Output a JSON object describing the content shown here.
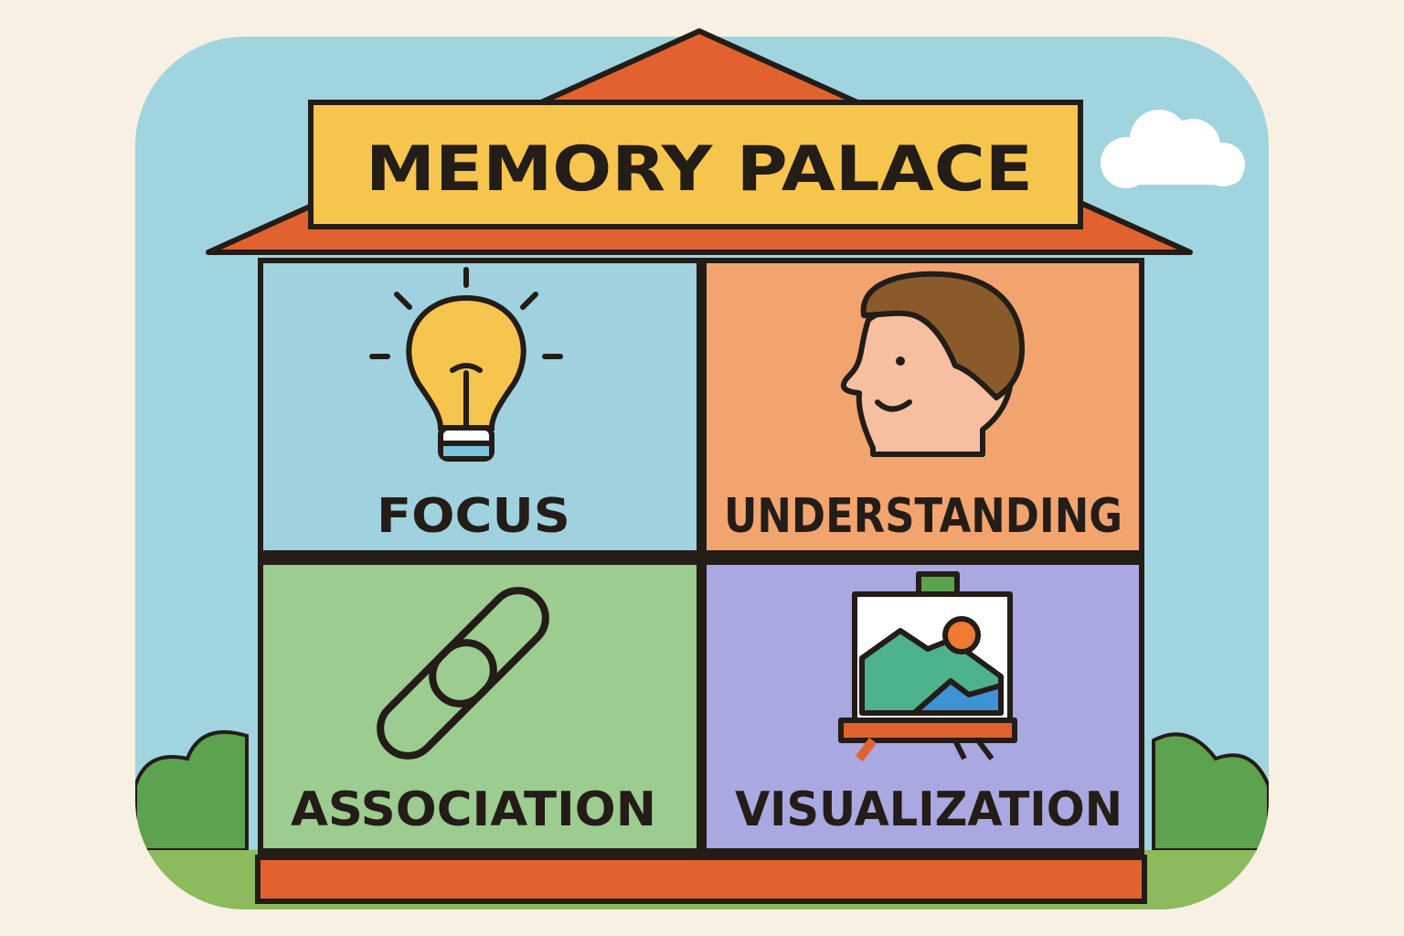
{
  "title": "MEMORY PALACE",
  "rooms": [
    {
      "label": "FOCUS",
      "icon": "lightbulb-icon",
      "color": "#9fd2de"
    },
    {
      "label": "UNDERSTANDING",
      "icon": "person-head-icon",
      "color": "#f2a46f"
    },
    {
      "label": "ASSOCIATION",
      "icon": "chain-link-icon",
      "color": "#9ccc8f"
    },
    {
      "label": "VISUALIZATION",
      "icon": "easel-painting-icon",
      "color": "#a9a8e0"
    }
  ],
  "colors": {
    "page_background": "#f8f1e3",
    "sky": "#a0d4df",
    "roof": "#e2622f",
    "title_banner": "#f6c54d",
    "outline": "#231c17",
    "grass": "#8dba5c",
    "bushes": "#5da24e"
  }
}
